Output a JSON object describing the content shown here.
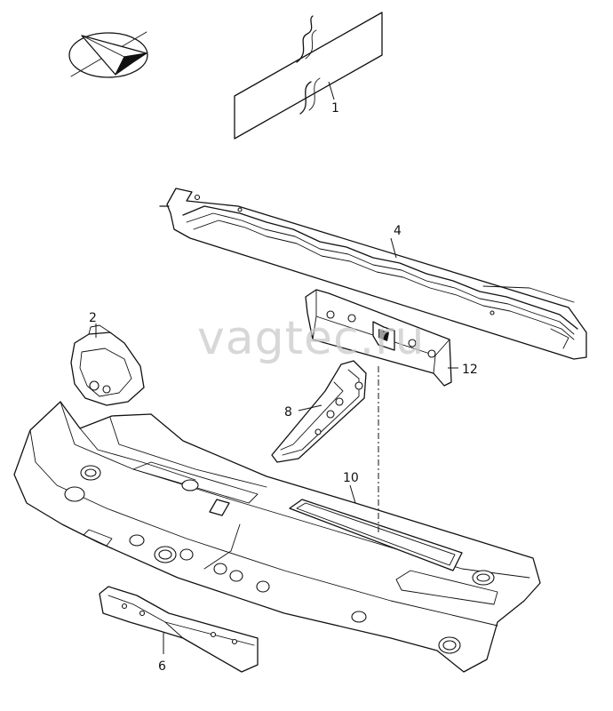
{
  "watermark": "vagtec.ru",
  "callouts": [
    {
      "id": "1",
      "label": "1"
    },
    {
      "id": "2",
      "label": "2"
    },
    {
      "id": "4",
      "label": "4"
    },
    {
      "id": "6",
      "label": "6"
    },
    {
      "id": "8",
      "label": "8"
    },
    {
      "id": "10",
      "label": "10"
    },
    {
      "id": "12",
      "label": "12"
    }
  ],
  "icons": {
    "top_left": "paper-plane-icon"
  }
}
